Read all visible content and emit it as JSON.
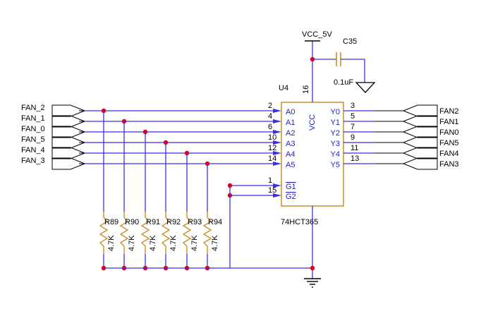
{
  "colors": {
    "wire": "#3b2fe6",
    "pin": "#2222cc",
    "part": "#c8902c",
    "junction": "#e0001b",
    "text": "#000000",
    "ground": "#000000"
  },
  "power": {
    "label": "VCC_5V"
  },
  "capacitor": {
    "ref": "C35",
    "value": "0.1uF"
  },
  "chip": {
    "ref": "U4",
    "part": "74HCT365",
    "vcc_label": "VCC",
    "vcc_pin": "16",
    "inputs": [
      {
        "net": "FAN_2",
        "pin": "2",
        "name": "A0"
      },
      {
        "net": "FAN_1",
        "pin": "4",
        "name": "A1"
      },
      {
        "net": "FAN_0",
        "pin": "6",
        "name": "A2"
      },
      {
        "net": "FAN_5",
        "pin": "10",
        "name": "A3"
      },
      {
        "net": "FAN_4",
        "pin": "12",
        "name": "A4"
      },
      {
        "net": "FAN_3",
        "pin": "14",
        "name": "A5"
      }
    ],
    "outputs": [
      {
        "net": "FAN2",
        "pin": "3",
        "name": "Y0"
      },
      {
        "net": "FAN1",
        "pin": "5",
        "name": "Y1"
      },
      {
        "net": "FAN0",
        "pin": "7",
        "name": "Y2"
      },
      {
        "net": "FAN5",
        "pin": "9",
        "name": "Y3"
      },
      {
        "net": "FAN4",
        "pin": "11",
        "name": "Y4"
      },
      {
        "net": "FAN3",
        "pin": "13",
        "name": "Y5"
      }
    ],
    "enables": [
      {
        "pin": "1",
        "name": "G1"
      },
      {
        "pin": "15",
        "name": "G2"
      }
    ]
  },
  "resistors": [
    {
      "ref": "R89",
      "value": "4.7K"
    },
    {
      "ref": "R90",
      "value": "4.7K"
    },
    {
      "ref": "R91",
      "value": "4.7K"
    },
    {
      "ref": "R92",
      "value": "4.7K"
    },
    {
      "ref": "R93",
      "value": "4.7K"
    },
    {
      "ref": "R94",
      "value": "4.7K"
    }
  ]
}
